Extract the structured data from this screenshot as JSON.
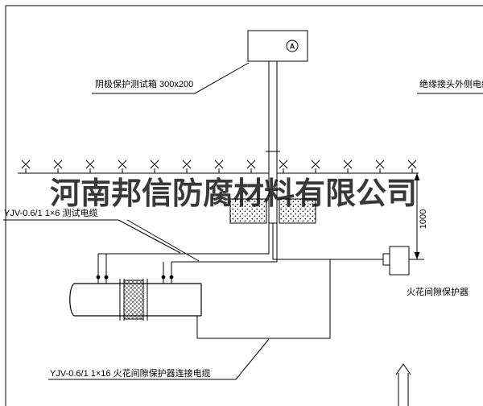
{
  "diagram": {
    "watermark": "河南邦信防腐材料有限公司",
    "meter_symbol": "A",
    "labels": {
      "test_box": "阴极保护测试箱 300x200",
      "insulated_joint_cable": "绝缘接头外侧电缆",
      "test_cable": "YJV-0.6/1  1×6   测试电缆",
      "spark_gap_protector": "火花间隙保护器",
      "connection_cable": "YJV-0.6/1  1×16   火花间隙保护器连接电缆",
      "depth_dimension": "1000"
    },
    "colors": {
      "line": "#000000",
      "background": "#ffffff",
      "watermark": "#161616"
    }
  }
}
